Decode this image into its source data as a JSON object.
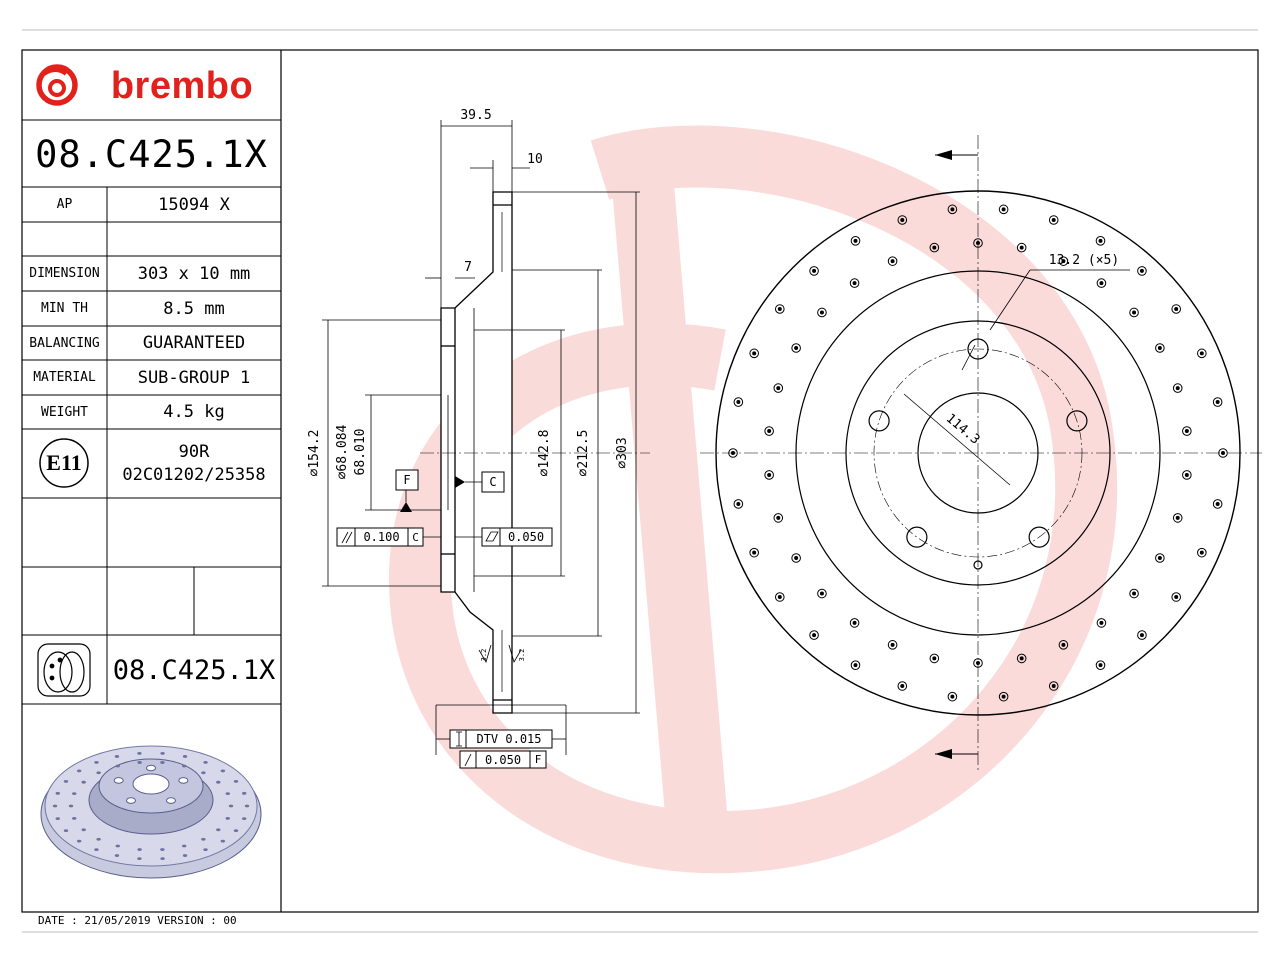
{
  "brand": {
    "name": "brembo",
    "color": "#e2211c"
  },
  "part": {
    "code": "08.C425.1X"
  },
  "specs": {
    "ap_label": "AP",
    "ap_value": "15094 X",
    "dimension_label": "DIMENSION",
    "dimension_value": "303 x 10 mm",
    "min_th_label": "MIN TH",
    "min_th_value": "8.5 mm",
    "balancing_label": "BALANCING",
    "balancing_value": "GUARANTEED",
    "material_label": "MATERIAL",
    "material_value": "SUB-GROUP 1",
    "weight_label": "WEIGHT",
    "weight_value": "4.5 kg"
  },
  "approval": {
    "mark": "E11",
    "line1": "90R",
    "line2": "02C01202/25358"
  },
  "bottom_code": "08.C425.1X",
  "footer": "DATE : 21/05/2019 VERSION : 00",
  "section": {
    "width_total": "39.5",
    "thickness": "10",
    "hat_depth": "7",
    "d154": "154.2",
    "d68a": "68.084",
    "d68b": "68.010",
    "d142": "142.8",
    "d212": "212.5",
    "d303": "303",
    "datum_f": "F",
    "datum_c": "C",
    "tol_parallel": "0.100",
    "tol_parallel_ref": "C",
    "tol_flat": "0.050",
    "dtv": "DTV 0.015",
    "runout": "0.050",
    "runout_ref": "F",
    "rough_a": "3.2",
    "rough_b": "3.2"
  },
  "front": {
    "holes_label": "13.2 (×5)",
    "pcd": "114.3"
  },
  "colors": {
    "watermark": "#f7c6c4",
    "perforation": "#9aa0c6"
  }
}
